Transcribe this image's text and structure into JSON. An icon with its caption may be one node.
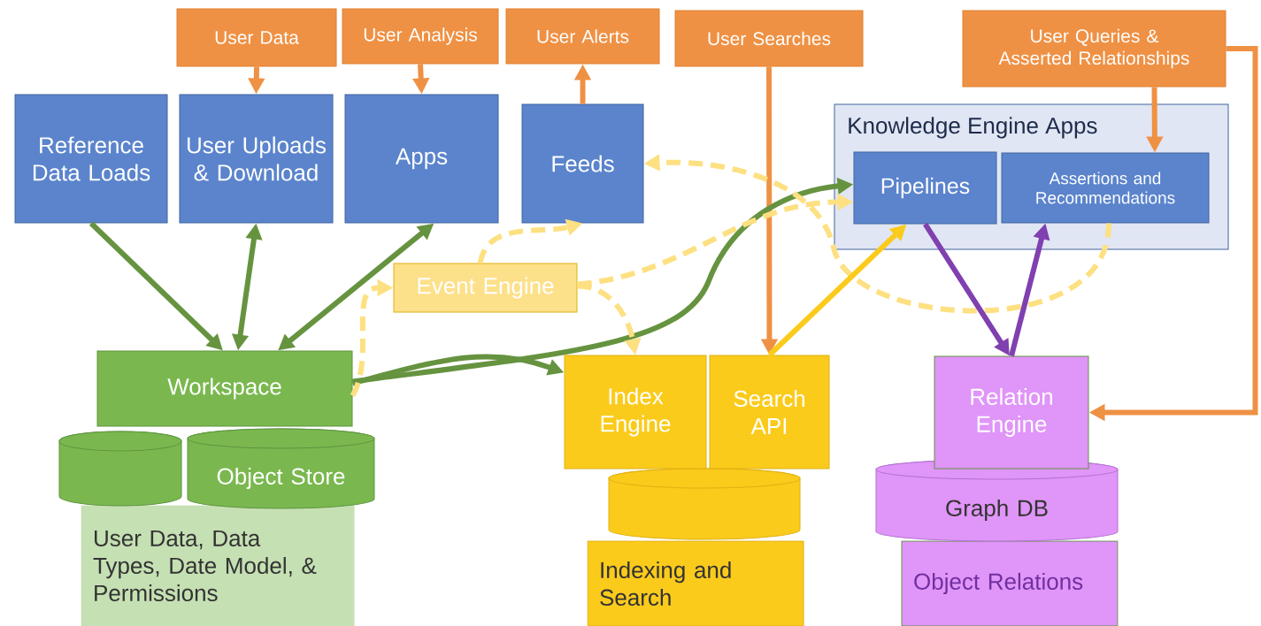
{
  "diagram": {
    "nodes": [
      {
        "text": [
          "User Data"
        ]
      },
      {
        "text": [
          "User Analysis"
        ]
      },
      {
        "text": [
          "User Alerts"
        ]
      },
      {
        "text": [
          "User Searches"
        ]
      },
      {
        "text": [
          "User Queries & Asserted Relationships"
        ]
      },
      {
        "text": [
          "Reference Data Loads"
        ]
      },
      {
        "text": [
          "User Uploads & Download"
        ]
      },
      {
        "text": [
          "Apps"
        ]
      },
      {
        "text": [
          "Feeds"
        ]
      },
      {
        "text": [
          "Knowledge Engine Apps"
        ]
      },
      {
        "text": [
          "Pipelines"
        ],
        "in": 9
      },
      {
        "text": [
          "Assertions and Recommendations"
        ],
        "in": 9
      },
      {
        "text": [
          "Event Engine"
        ]
      },
      {
        "text": [
          "Workspace"
        ]
      },
      {
        "text": [],
        "shape": "cylinder"
      },
      {
        "text": [
          "Object Store"
        ]
      },
      {
        "text": [
          "User Data, Data Types, Date Model, & Permissions"
        ]
      },
      {
        "text": [
          "Index Engine"
        ]
      },
      {
        "text": [
          "Search API"
        ]
      },
      {
        "text": [],
        "shape": "cylinder"
      },
      {
        "text": [
          "Indexing and Search"
        ]
      },
      {
        "text": [
          "Relation Engine"
        ]
      },
      {
        "text": [
          "Graph DB"
        ]
      },
      {
        "text": [
          "Object Relations"
        ]
      }
    ],
    "edges": [
      {
        "from": 0,
        "to": 6,
        "arrow": "to",
        "color": "#ef9144"
      },
      {
        "from": 1,
        "to": 7,
        "arrow": "to",
        "color": "#ef9144"
      },
      {
        "from": 8,
        "to": 2,
        "arrow": "to",
        "color": "#ef9144"
      },
      {
        "from": 3,
        "to": 18,
        "arrow": "to",
        "color": "#ef9144"
      },
      {
        "from": 4,
        "to": 11,
        "arrow": "to",
        "color": "#ef9144"
      },
      {
        "from": 4,
        "to": 21,
        "arrow": "to",
        "color": "#ef9144"
      },
      {
        "from": 5,
        "to": 13,
        "arrow": "to",
        "color": "#66933f"
      },
      {
        "from": 6,
        "to": 13,
        "arrow": "both",
        "color": "#66933f"
      },
      {
        "from": 13,
        "to": 7,
        "arrow": "both",
        "color": "#66933f"
      },
      {
        "from": 13,
        "to": 10,
        "arrow": "to",
        "color": "#66933f"
      },
      {
        "from": 13,
        "to": 17,
        "arrow": "to",
        "color": "#66933f"
      },
      {
        "from": 13,
        "to": 12,
        "arrow": "to",
        "style": "dashed",
        "color": "#fde081"
      },
      {
        "from": 12,
        "to": 8,
        "arrow": "to",
        "style": "dashed",
        "color": "#fde081"
      },
      {
        "from": 12,
        "to": 17,
        "arrow": "to",
        "style": "dashed",
        "color": "#fde081"
      },
      {
        "from": 12,
        "to": 10,
        "arrow": "to",
        "style": "dashed",
        "color": "#fde081"
      },
      {
        "from": 11,
        "to": 8,
        "arrow": "to",
        "style": "dashed",
        "color": "#fde081"
      },
      {
        "from": 18,
        "to": 10,
        "arrow": "to",
        "color": "#fbcb1c"
      },
      {
        "from": 10,
        "to": 21,
        "arrow": "to",
        "color": "#8040b0"
      },
      {
        "from": 21,
        "to": 11,
        "arrow": "to",
        "color": "#8040b0"
      }
    ]
  }
}
